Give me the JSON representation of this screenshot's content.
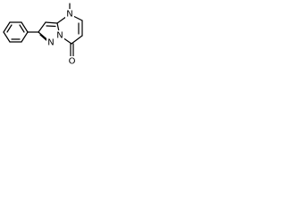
{
  "molecule": {
    "atoms": {
      "methyl_nitrogen": "N",
      "ring_fusion_nitrogen": "N",
      "pyrazole_nitrogen": "N",
      "carbonyl_oxygen": "O"
    }
  }
}
